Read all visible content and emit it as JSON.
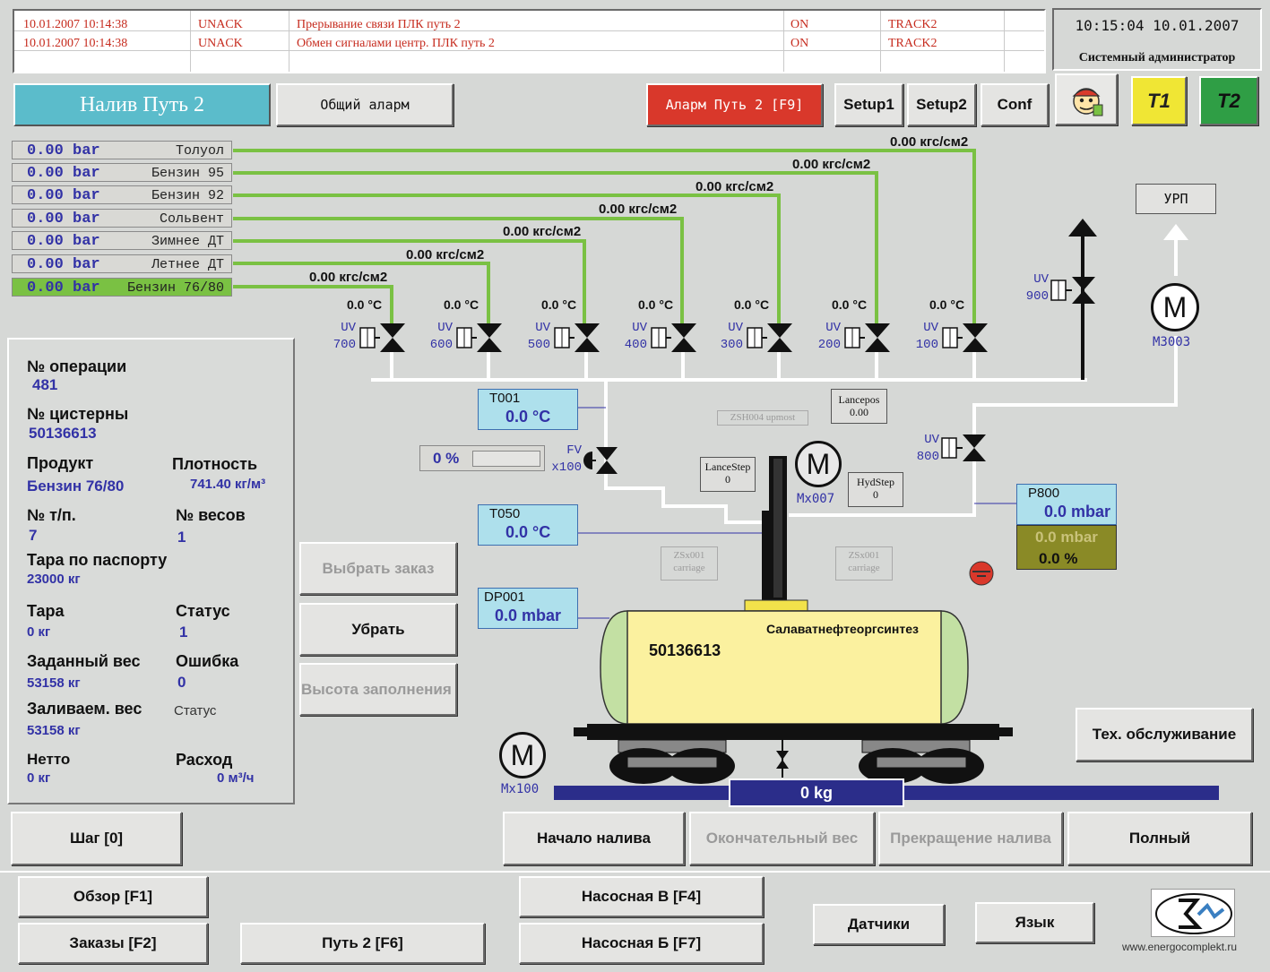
{
  "alarms": [
    {
      "time": "10.01.2007 10:14:38",
      "state": "UNACK",
      "message": "Прерывание связи ПЛК путь 2",
      "status": "ON",
      "tag": "TRACK2"
    },
    {
      "time": "10.01.2007 10:14:38",
      "state": "UNACK",
      "message": "Обмен сигналами центр. ПЛК путь 2",
      "status": "ON",
      "tag": "TRACK2"
    }
  ],
  "clock": "10:15:04 10.01.2007",
  "user": "Системный администратор",
  "header": {
    "title": "Налив Путь 2",
    "common_alarm": "Общий аларм",
    "alarm_track": "Аларм Путь 2 [F9]",
    "setup1": "Setup1",
    "setup2": "Setup2",
    "conf": "Conf",
    "t1": "T1",
    "t2": "T2"
  },
  "pressures": [
    {
      "value": "0.00 bar",
      "name": "Толуол"
    },
    {
      "value": "0.00 bar",
      "name": "Бензин 95"
    },
    {
      "value": "0.00 bar",
      "name": "Бензин 92"
    },
    {
      "value": "0.00 bar",
      "name": "Сольвент"
    },
    {
      "value": "0.00 bar",
      "name": "Зимнее ДТ"
    },
    {
      "value": "0.00 bar",
      "name": "Летнее ДТ"
    },
    {
      "value": "0.00 bar",
      "name": "Бензин 76/80"
    }
  ],
  "line_pressures": [
    "0.00 кгс/см2",
    "0.00 кгс/см2",
    "0.00 кгс/см2",
    "0.00 кгс/см2",
    "0.00 кгс/см2",
    "0.00 кгс/см2",
    "0.00 кгс/см2"
  ],
  "valves": [
    {
      "tag": "UV",
      "num": "700",
      "temp": "0.0 °C"
    },
    {
      "tag": "UV",
      "num": "600",
      "temp": "0.0 °C"
    },
    {
      "tag": "UV",
      "num": "500",
      "temp": "0.0 °C"
    },
    {
      "tag": "UV",
      "num": "400",
      "temp": "0.0 °C"
    },
    {
      "tag": "UV",
      "num": "300",
      "temp": "0.0 °C"
    },
    {
      "tag": "UV",
      "num": "200",
      "temp": "0.0 °C"
    },
    {
      "tag": "UV",
      "num": "100",
      "temp": "0.0 °C"
    }
  ],
  "uv900": {
    "tag": "UV",
    "num": "900"
  },
  "uv800": {
    "tag": "UV",
    "num": "800"
  },
  "urp": "УРП",
  "motors": {
    "m3003": "M3003",
    "mx007": "Mx007",
    "mx100": "Mx100",
    "symbol": "M"
  },
  "info": {
    "op_label": "№ операции",
    "op_value": "481",
    "tank_label": "№ цистерны",
    "tank_value": "50136613",
    "product_label": "Продукт",
    "product_value": "Бензин 76/80",
    "density_label": "Плотность",
    "density_value": "741.40 кг/м³",
    "tp_label": "№ т/п.",
    "tp_value": "7",
    "scales_label": "№ весов",
    "scales_value": "1",
    "passport_tare_label": "Тара по паспорту",
    "passport_tare_value": "23000 кг",
    "tare_label": "Тара",
    "tare_value": "0 кг",
    "status_label": "Статус",
    "status_value": "1",
    "set_weight_label": "Заданный вес",
    "set_weight_value": "53158 кг",
    "error_label": "Ошибка",
    "error_value": "0",
    "fill_weight_label": "Заливаем. вес",
    "fill_status": "Статус",
    "fill_weight_value": "53158 кг",
    "netto_label": "Нетто",
    "netto_value": "0 кг",
    "flow_label": "Расход",
    "flow_value": "0 м³/ч"
  },
  "sensors": {
    "t001": {
      "name": "T001",
      "value": "0.0 °C"
    },
    "t050": {
      "name": "T050",
      "value": "0.0 °C"
    },
    "dp001": {
      "name": "DP001",
      "value": "0.0 mbar"
    },
    "p800": {
      "name": "P800",
      "value": "0.0 mbar",
      "level_value": "0.0 mbar",
      "level_percent": "0.0 %"
    },
    "fv": {
      "percent": "0 %",
      "tag": "FV",
      "num": "x100"
    },
    "zsh004": "ZSH004 upmost",
    "lancepos": {
      "name": "Lancepos",
      "value": "0.00"
    },
    "lancestep": {
      "name": "LanceStep",
      "value": "0"
    },
    "hydstep": {
      "name": "HydStep",
      "value": "0"
    },
    "zsx001a": "ZSx001 carriage",
    "zsx001b": "ZSx001 carriage"
  },
  "tank": {
    "number": "50136613",
    "owner": "Салаватнефтеоргсинтез"
  },
  "scale_weight": "0 kg",
  "buttons": {
    "select_order": "Выбрать заказ",
    "remove": "Убрать",
    "fill_height": "Высота заполнения",
    "maintenance": "Тех. обслуживание",
    "step": "Шаг [0]",
    "start_fill": "Начало налива",
    "final_weight": "Окончательный вес",
    "stop_fill": "Прекращение налива",
    "full": "Полный",
    "overview": "Обзор [F1]",
    "orders": "Заказы [F2]",
    "track2": "Путь 2 [F6]",
    "pump_b": "Насосная В [F4]",
    "pump_b2": "Насосная Б [F7]",
    "sensors": "Датчики",
    "language": "Язык"
  },
  "website": "www.energocomplekt.ru",
  "colors": {
    "pipe_green": "#7ac143",
    "pipe_white": "#ffffff",
    "header_title": "#5bbccb",
    "alarm_button": "#d9382b",
    "t_button": "#f0e634",
    "tank_yellow": "#fbf19f",
    "tank_ends": "#c3e0a3",
    "scale_blue": "#2b2d8a"
  }
}
